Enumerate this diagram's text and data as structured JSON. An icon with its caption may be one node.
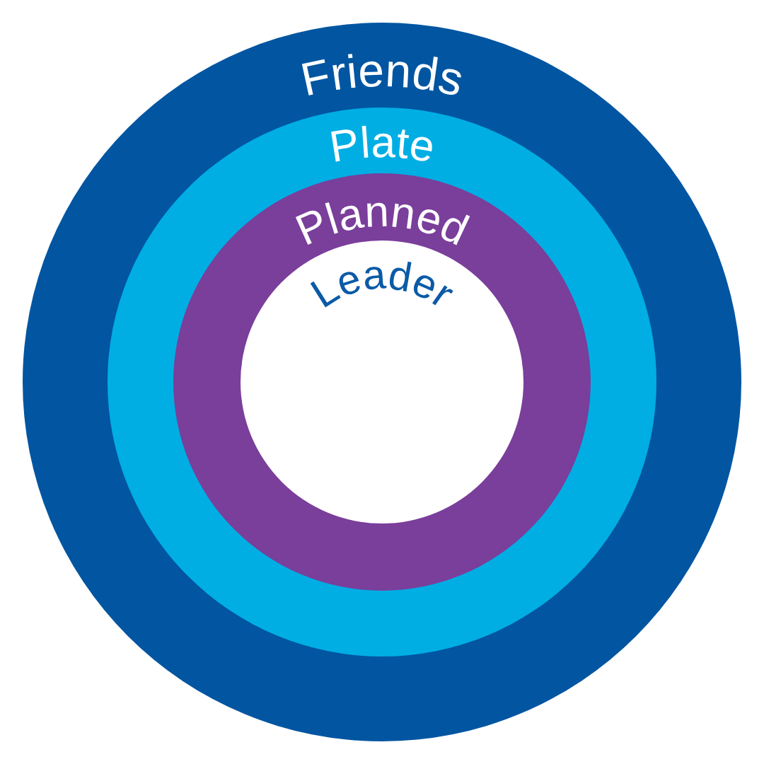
{
  "diagram": {
    "nodes": [
      {
        "text": [
          "Friends"
        ]
      },
      {
        "text": [
          "Plate"
        ],
        "in": 0
      },
      {
        "text": [
          "Planned"
        ],
        "in": 1
      },
      {
        "text": [
          "Leader"
        ],
        "in": 2
      }
    ]
  }
}
